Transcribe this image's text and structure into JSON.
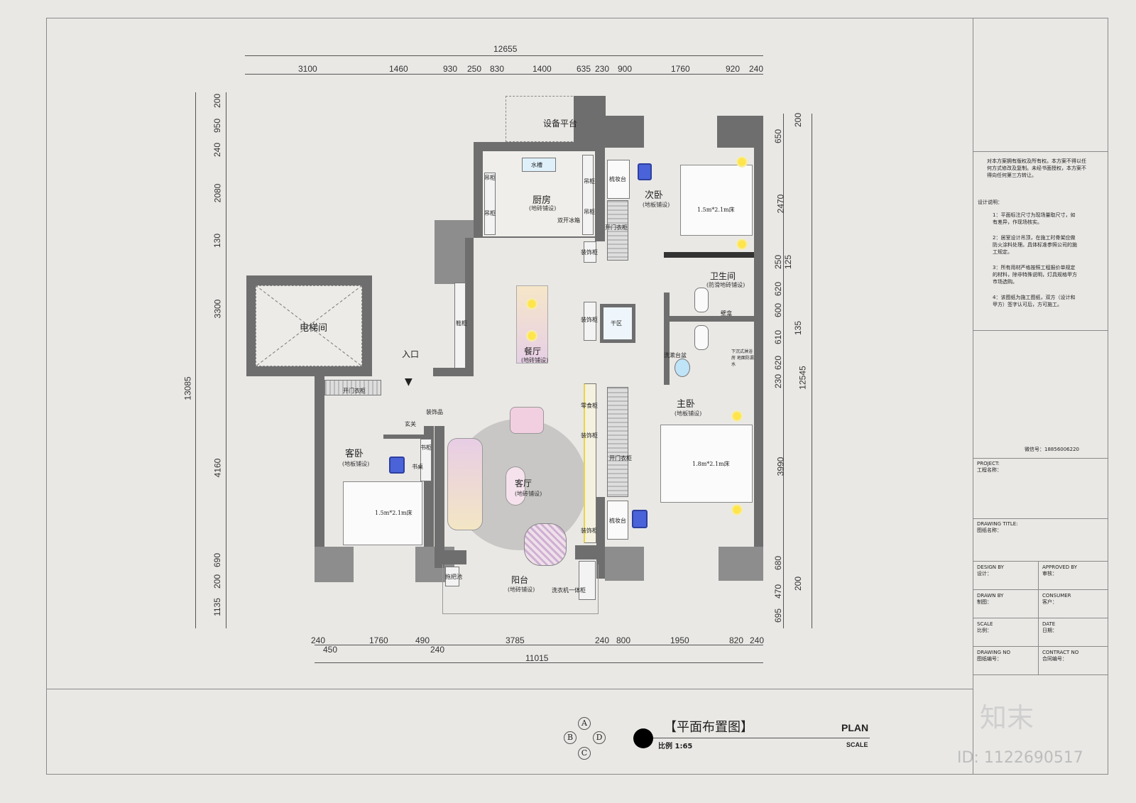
{
  "dimensions": {
    "top_total": "12655",
    "top": [
      "3100",
      "1460",
      "930",
      "250",
      "830",
      "1400",
      "635",
      "230",
      "900",
      "1760",
      "920",
      "240"
    ],
    "left_total": "13085",
    "left": [
      "200",
      "950",
      "240",
      "2080",
      "130",
      "3300",
      "4160",
      "690",
      "200",
      "1135"
    ],
    "right_total": "12545",
    "right": [
      "200",
      "650",
      "2470",
      "250",
      "125",
      "620",
      "600",
      "610",
      "135",
      "620",
      "230",
      "3990",
      "680",
      "470",
      "200",
      "695"
    ],
    "bottom_total": "11015",
    "bottom": [
      "240",
      "450",
      "1760",
      "490",
      "240",
      "3785",
      "240",
      "800",
      "1950",
      "820",
      "240"
    ]
  },
  "rooms": {
    "equipment_platform": "设备平台",
    "kitchen": "厨房",
    "kitchen_floor": "(地砖铺设)",
    "sink": "水槽",
    "wall_cabinet_1": "吊柜",
    "wall_cabinet_2": "吊柜",
    "wall_cabinet_3": "吊柜",
    "wall_cabinet_4": "吊柜",
    "fridge": "双开冰箱",
    "second_bedroom": "次卧",
    "second_bedroom_floor": "(地板铺设)",
    "vanity_1": "梳妆台",
    "bed_1": "1.5m*2.1m床",
    "wardrobe_1": "开门衣柜",
    "deco_cabinet_1": "装饰柜",
    "bathroom": "卫生间",
    "bathroom_floor": "(防滑地砖铺设)",
    "dry_area": "干区",
    "washbasin": "洗漱台盆",
    "bath_niche": "壁龛",
    "drain_note": "下沉式淋浴房 地面防漏水",
    "elevator": "电梯间",
    "entrance": "入口",
    "shoe_cabinet": "鞋柜",
    "dining": "餐厅",
    "dining_floor": "(地砖铺设)",
    "deco_cabinet_2": "装饰柜",
    "master_bedroom": "主卧",
    "master_bedroom_floor": "(地板铺设)",
    "bed_master": "1.8m*2.1m床",
    "wardrobe_master": "开门衣柜",
    "vanity_master": "梳妆台",
    "snack_cabinet": "零食柜",
    "deco_cabinet_3": "装饰柜",
    "deco_cabinet_4": "装饰柜",
    "guest_bedroom": "客卧",
    "guest_bedroom_floor": "(地板铺设)",
    "bookshelf": "书柜",
    "desk": "书桌",
    "bed_guest": "1.5m*2.1m床",
    "wardrobe_guest": "开门衣柜",
    "foyer": "玄关",
    "ornament": "装饰品",
    "living": "客厅",
    "living_floor": "(地砖铺设)",
    "balcony": "阳台",
    "balcony_floor": "(地砖铺设)",
    "washer": "洗衣机一体柜",
    "mop_sink": "拖把池"
  },
  "title_block": {
    "copyright": "对本方案拥有版权及所有权。本方案不得以任何方式修改及复制。未经书面授权，本方案不得向任何第三方转让。",
    "notes_title": "设计说明：",
    "notes": [
      "1：平面标注尺寸为现场量取尺寸，如有差异，作现场核实。",
      "2：居室设计吊顶，在施工时骨架应做防火涂料处理。具体标准参照公司的施工规定。",
      "3：所有用材严格按照工程报价单规定的材料，除非特殊说明，灯具规格甲方市场选购。",
      "4：该图纸为施工图纸，双方（设计和甲方）签字认可后，方可施工。"
    ],
    "wechat": "微信号：18856006220",
    "project_en": "PROJECT:",
    "project_cn": "工程名称：",
    "drawing_title_en": "DRAWING TITLE:",
    "drawing_title_cn": "图纸名称：",
    "design_by_en": "DESIGN BY",
    "design_by_cn": "设计：",
    "approved_by_en": "APPROVED BY",
    "approved_by_cn": "审核：",
    "drawn_by_en": "DRAWN BY",
    "drawn_by_cn": "制图：",
    "consumer_en": "CONSUMER",
    "consumer_cn": "客户：",
    "scale_en": "SCALE",
    "scale_cn": "比例：",
    "date_en": "DATE",
    "date_cn": "日期：",
    "drawing_no_en": "DRAWING NO",
    "drawing_no_cn": "图纸编号：",
    "contract_no_en": "CONTRACT NO",
    "contract_no_cn": "合同编号："
  },
  "footer": {
    "title": "【平面布置图】",
    "plan": "PLAN",
    "scale_label": "比例  1:65",
    "scale_en": "SCALE",
    "compass": [
      "A",
      "B",
      "C",
      "D"
    ],
    "brand": "知末",
    "id": "ID: 1122690517"
  },
  "colors": {
    "wall": "#6e6e6e",
    "paper": "#e9e8e5",
    "chair": "#4a63d8",
    "light": "#ffe44a"
  }
}
